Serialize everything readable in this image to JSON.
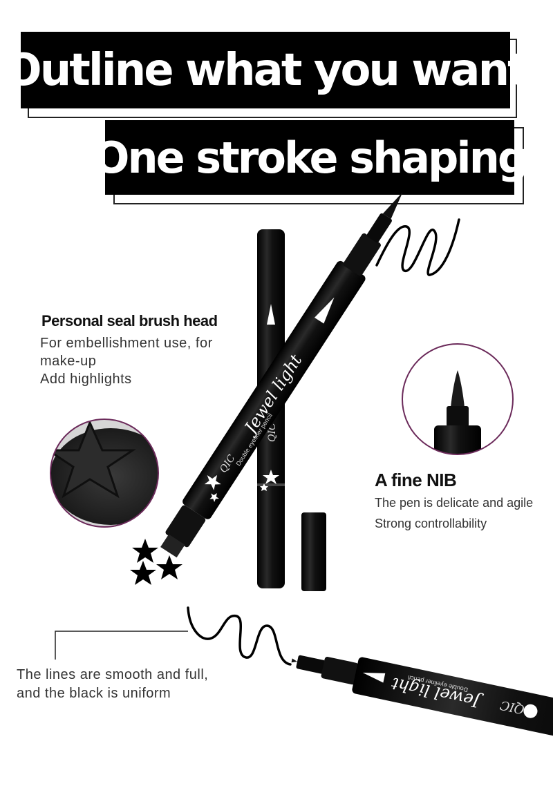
{
  "banners": {
    "line1": "Outline what you want",
    "line2": "One stroke shaping"
  },
  "seal": {
    "title": "Personal seal brush head",
    "lines": [
      "For embellishment use, for",
      "make-up",
      "Add highlights"
    ]
  },
  "nib": {
    "title": "A fine NIB",
    "lines": [
      "The pen is delicate and agile",
      "Strong controllability"
    ]
  },
  "smooth": {
    "lines": [
      "The lines are smooth and full,",
      "and the black is uniform"
    ]
  },
  "product": {
    "brand": "QIC",
    "name": "Jewel light",
    "subtitle": "Double eyeliner pencil"
  },
  "colors": {
    "ink": "#000000",
    "accent_circle": "#6b2a5a"
  }
}
